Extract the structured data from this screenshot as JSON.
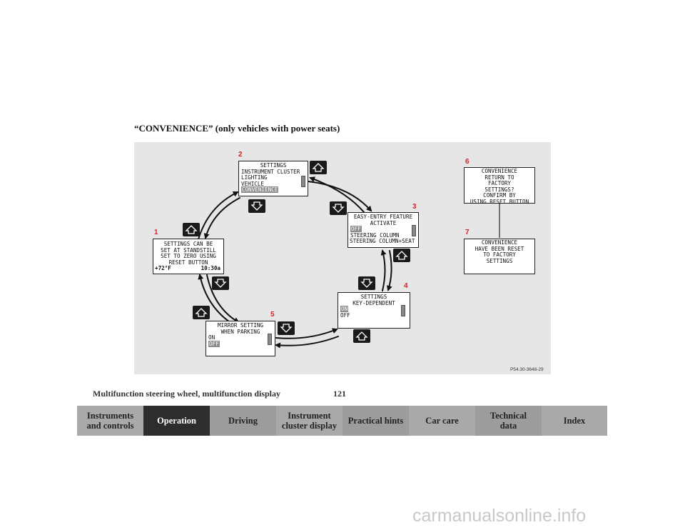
{
  "heading": "“CONVENIENCE” (only vehicles with power seats)",
  "figure": {
    "screens": [
      {
        "id": "1",
        "lines": [
          "SETTINGS CAN BE",
          "SET AT STANDSTILL",
          "SET TO ZERO USING",
          "RESET BUTTON"
        ],
        "status_left": "+72°F",
        "status_right": "10:30a"
      },
      {
        "id": "2",
        "lines": [
          "SETTINGS",
          "INSTRUMENT CLUSTER",
          "LIGHTING",
          "VEHICLE",
          "CONVENIENCE"
        ]
      },
      {
        "id": "3",
        "lines": [
          "EASY-ENTRY FEATURE",
          "ACTIVATE",
          "OFF",
          "STEERING COLUMN",
          "STEERING COLUMN+SEAT"
        ]
      },
      {
        "id": "4",
        "lines": [
          "SETTINGS",
          "KEY-DEPENDENT",
          "ON",
          "OFF"
        ]
      },
      {
        "id": "5",
        "lines": [
          "MIRROR SETTING",
          "WHEN PARKING",
          "ON",
          "OFF"
        ]
      },
      {
        "id": "6",
        "lines": [
          "CONVENIENCE",
          "RETURN TO",
          "FACTORY",
          "SETTINGS?",
          "CONFIRM BY",
          "USING RESET BUTTON"
        ]
      },
      {
        "id": "7",
        "lines": [
          "CONVENIENCE",
          "HAVE BEEN RESET",
          "TO FACTORY",
          "SETTINGS"
        ]
      }
    ],
    "reference": "P54.30-3648-29",
    "colors": {
      "badge": "#d2232a",
      "button": "#1a1a1a",
      "background": "#e6e6e6"
    }
  },
  "footer": {
    "title": "Multifunction steering wheel, multifunction display",
    "page": "121"
  },
  "tabs": [
    {
      "label": "Instruments\nand controls",
      "active": false
    },
    {
      "label": "Operation",
      "active": true
    },
    {
      "label": "Driving",
      "active": false
    },
    {
      "label": "Instrument\ncluster display",
      "active": false
    },
    {
      "label": "Practical hints",
      "active": false
    },
    {
      "label": "Car care",
      "active": false
    },
    {
      "label": "Technical\ndata",
      "active": false
    },
    {
      "label": "Index",
      "active": false
    }
  ],
  "watermark": "carmanualsonline.info"
}
